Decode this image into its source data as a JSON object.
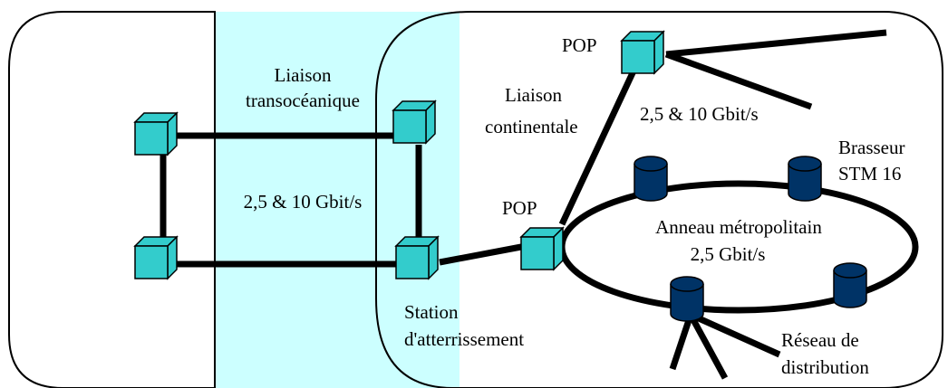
{
  "labels": {
    "transoceanic_link_line1": "Liaison",
    "transoceanic_link_line2": "transocéanique",
    "transoceanic_speed": "2,5 & 10 Gbit/s",
    "pop_top": "POP",
    "pop_mid": "POP",
    "continental_link_line1": "Liaison",
    "continental_link_line2": "continentale",
    "continental_speed": "2,5 & 10 Gbit/s",
    "brasseur_line1": "Brasseur",
    "brasseur_line2": "STM 16",
    "ring_line1": "Anneau métropolitain",
    "ring_line2": "2,5 Gbit/s",
    "station_line1": "Station",
    "station_line2": "d'atterrissement",
    "distribution_line1": "Réseau de",
    "distribution_line2": "distribution"
  },
  "colors": {
    "ocean": "#CCFFFF",
    "cube_face": "#33CCCC",
    "cylinder_fill": "#003366",
    "link": "#000000"
  },
  "icons": {
    "router": "cube-icon",
    "crossconnect": "cylinder-icon"
  }
}
